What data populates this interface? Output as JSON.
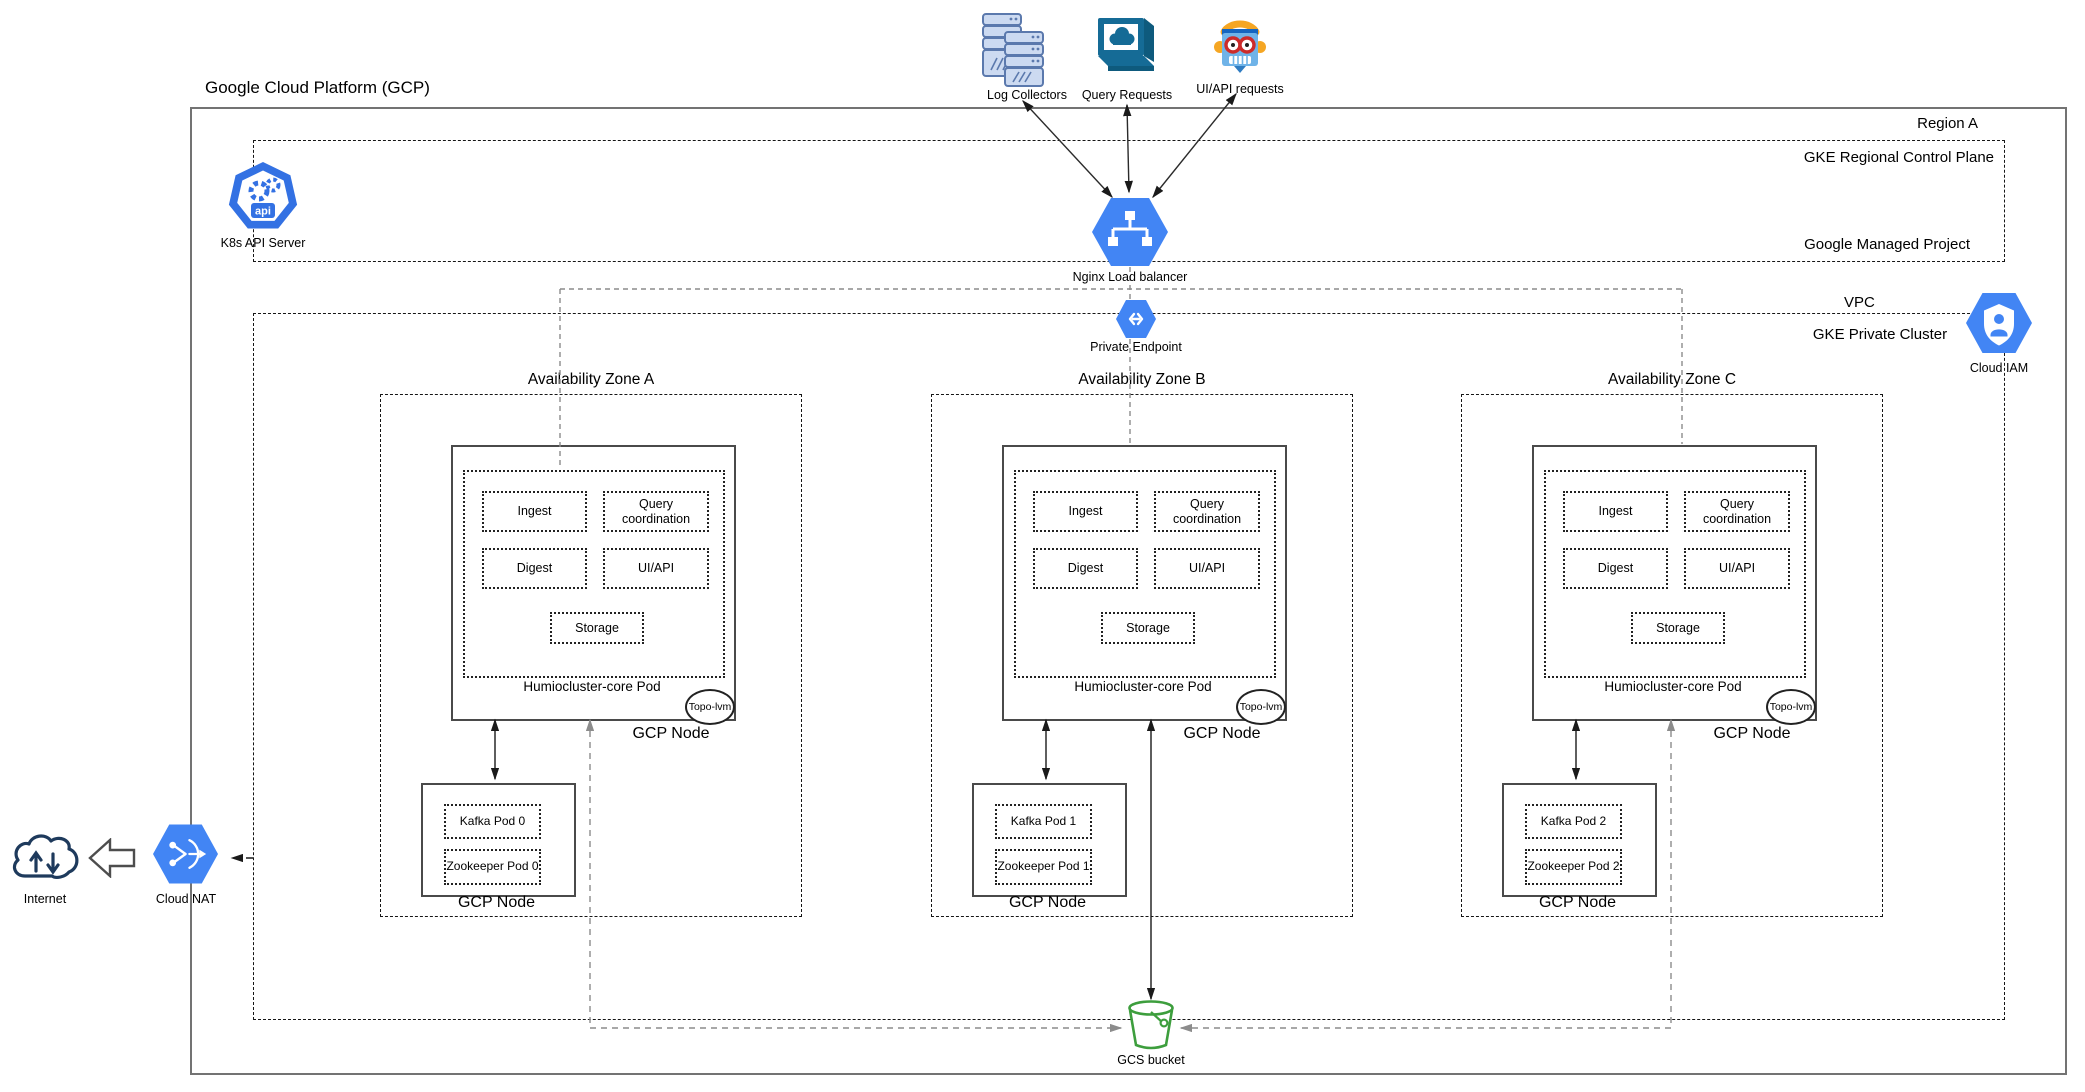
{
  "colors": {
    "gcp_blue": "#4285F4",
    "k8s_blue": "#3371E3",
    "bucket_green": "#3D9E3D",
    "monitor_teal": "#156B96",
    "robot_blue": "#6FB3E8",
    "robot_orange": "#F5A623",
    "server_fill": "#CCDAF1",
    "server_stroke": "#5B79AD",
    "connector_gray": "#8C8C8C"
  },
  "external": {
    "log_collectors": "Log Collectors",
    "query_requests": "Query Requests",
    "ui_api_requests": "UI/API requests"
  },
  "gcp": {
    "title": "Google Cloud Platform (GCP)",
    "region": "Region A"
  },
  "control_plane": {
    "title": "GKE Regional Control Plane",
    "project": "Google Managed Project",
    "k8s_api_server": "K8s API Server",
    "k8s_icon_text": "api"
  },
  "network": {
    "load_balancer": "Nginx Load balancer",
    "private_endpoint": "Private Endpoint",
    "vpc": "VPC",
    "private_cluster": "GKE Private Cluster",
    "cloud_iam": "Cloud IAM",
    "cloud_nat": "Cloud NAT",
    "internet": "Internet",
    "gcs_bucket": "GCS bucket"
  },
  "zones": [
    {
      "name": "Availability Zone A",
      "node_label": "GCP Node",
      "pod_label": "Humiocluster-core Pod",
      "topo_label": "Topo-lvm",
      "ingest": "Ingest",
      "query_coordination": "Query coordination",
      "digest": "Digest",
      "ui_api": "UI/API",
      "storage": "Storage",
      "kafka_node_label": "GCP Node",
      "kafka_pod": "Kafka Pod 0",
      "zookeeper_pod": "Zookeeper Pod 0"
    },
    {
      "name": "Availability Zone B",
      "node_label": "GCP Node",
      "pod_label": "Humiocluster-core Pod",
      "topo_label": "Topo-lvm",
      "ingest": "Ingest",
      "query_coordination": "Query coordination",
      "digest": "Digest",
      "ui_api": "UI/API",
      "storage": "Storage",
      "kafka_node_label": "GCP Node",
      "kafka_pod": "Kafka Pod 1",
      "zookeeper_pod": "Zookeeper Pod 1"
    },
    {
      "name": "Availability Zone C",
      "node_label": "GCP Node",
      "pod_label": "Humiocluster-core Pod",
      "topo_label": "Topo-lvm",
      "ingest": "Ingest",
      "query_coordination": "Query coordination",
      "digest": "Digest",
      "ui_api": "UI/API",
      "storage": "Storage",
      "kafka_node_label": "GCP Node",
      "kafka_pod": "Kafka Pod 2",
      "zookeeper_pod": "Zookeeper Pod 2"
    }
  ]
}
